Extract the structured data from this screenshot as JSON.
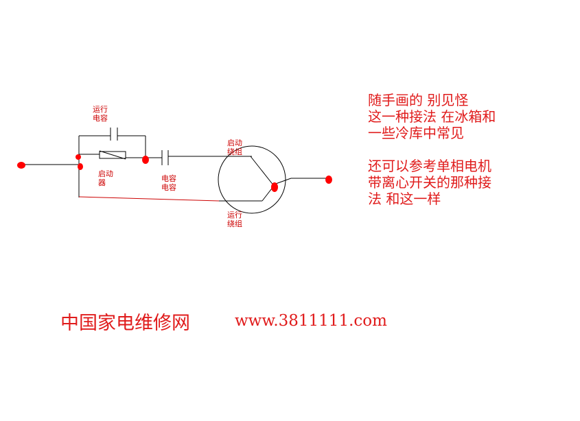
{
  "diagram": {
    "labels": {
      "run_capacitor": "运行\n电容",
      "start_relay": "启动\n器",
      "start_capacitor": "电容\n电容",
      "start_winding": "启动\n绕组",
      "run_winding": "运行\n绕组"
    },
    "colors": {
      "wire": "#000000",
      "label": "#cc0000",
      "dot": "#ff0000",
      "red_wire": "#cc0000"
    }
  },
  "note": {
    "para1": [
      "随手画的 别见怪",
      "这一种接法 在冰箱和",
      "一些冷库中常见"
    ],
    "para2": [
      "还可以参考单相电机",
      "带离心开关的那种接",
      "法 和这一样"
    ]
  },
  "footer": {
    "brand": "中国家电维修网",
    "url": "www.3811111.com"
  }
}
